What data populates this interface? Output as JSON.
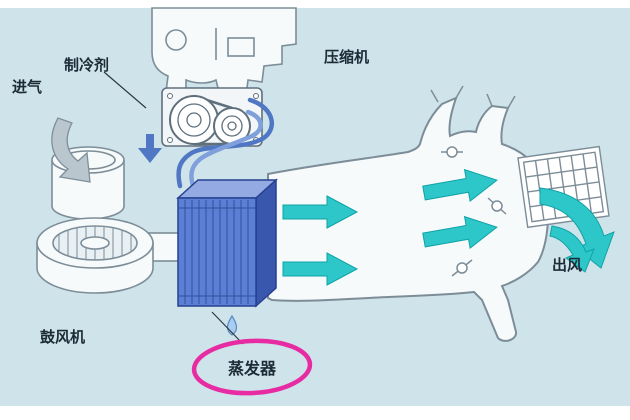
{
  "diagram": {
    "labels": {
      "intake": "进气",
      "refrigerant": "制冷剂",
      "compressor": "压缩机",
      "blower": "鼓风机",
      "evaporator": "蒸发器",
      "air_out": "出风"
    },
    "colors": {
      "background": "#cfe3ea",
      "shape_fill": "#f7fafb",
      "outline": "#7c8d98",
      "arrow_cyan": "#2ec7c9",
      "arrow_cyan_edge": "#0fa3a6",
      "evaporator_front": "#5b7fd4",
      "evaporator_top": "#93abe2",
      "evaporator_side": "#3a57ae",
      "tube_blue": "#4f77c4",
      "highlight_magenta": "#e72ba2",
      "label_text": "#1c2b36"
    }
  }
}
